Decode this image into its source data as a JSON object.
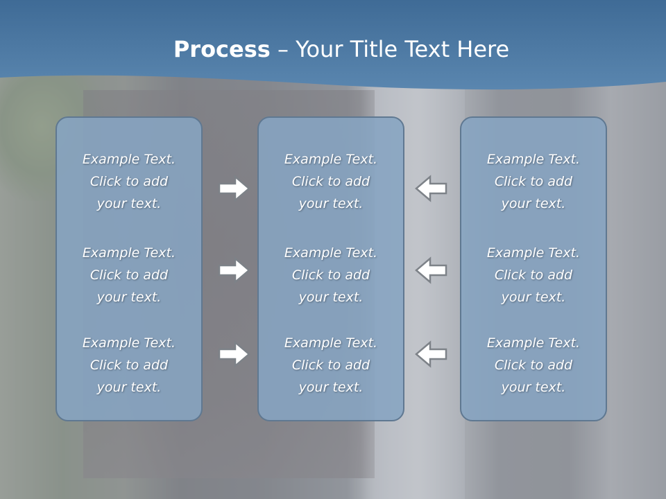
{
  "title": {
    "bold": "Process",
    "rest": " – Your Title Text Here"
  },
  "columns": [
    {
      "items": [
        {
          "line1": "Example Text.",
          "line2": "Click  to add",
          "line3": "your text."
        },
        {
          "line1": "Example Text.",
          "line2": "Click  to add",
          "line3": "your text."
        },
        {
          "line1": "Example Text.",
          "line2": "Click  to add",
          "line3": "your text."
        }
      ]
    },
    {
      "items": [
        {
          "line1": "Example Text.",
          "line2": "Click  to add",
          "line3": "your text."
        },
        {
          "line1": "Example Text.",
          "line2": "Click  to add",
          "line3": "your text."
        },
        {
          "line1": "Example Text.",
          "line2": "Click  to add",
          "line3": "your text."
        }
      ]
    },
    {
      "items": [
        {
          "line1": "Example Text.",
          "line2": "Click  to add",
          "line3": "your text."
        },
        {
          "line1": "Example Text.",
          "line2": "Click  to add",
          "line3": "your text."
        },
        {
          "line1": "Example Text.",
          "line2": "Click  to add",
          "line3": "your text."
        }
      ]
    }
  ],
  "arrows": {
    "left_to_center": "arrow-right-icon",
    "right_to_center": "arrow-left-icon"
  },
  "colors": {
    "banner": "#4f7aa3",
    "box_fill": "#86a4c2",
    "box_border": "#5f7891",
    "arrow_fill": "#ffffff",
    "arrow_stroke": "#7d8288"
  }
}
